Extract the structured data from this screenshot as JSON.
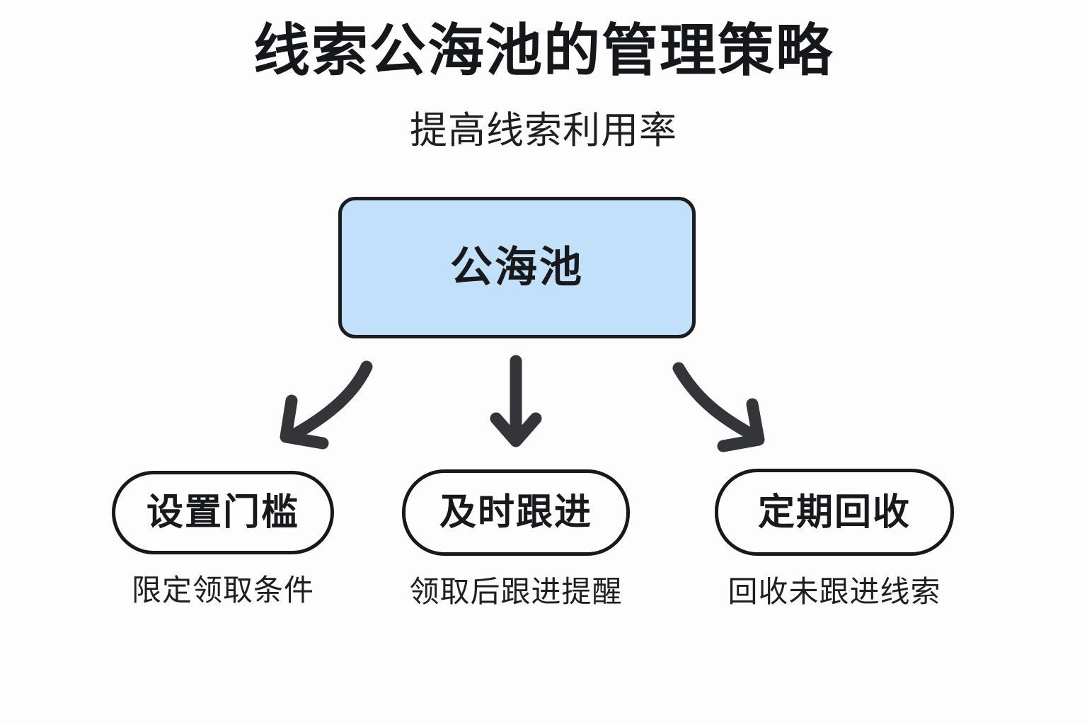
{
  "page": {
    "title": "线索公海池的管理策略",
    "subtitle": "提高线索利用率",
    "background_color": "#fdfdfd"
  },
  "diagram": {
    "type": "hierarchy-flowchart",
    "root": {
      "label": "公海池",
      "fill_color": "#c3e0fb",
      "border_color": "#1b1d20"
    },
    "connector_color": "#333538",
    "branches": [
      {
        "label": "设置门槛",
        "caption": "限定领取条件",
        "arrow": "curved-down-left-arrow",
        "fill_color": "#fdfdfd",
        "border_color": "#16181b"
      },
      {
        "label": "及时跟进",
        "caption": "领取后跟进提醒",
        "arrow": "straight-down-arrow",
        "fill_color": "#fdfdfd",
        "border_color": "#16181b"
      },
      {
        "label": "定期回收",
        "caption": "回收未跟进线索",
        "arrow": "curved-down-right-arrow",
        "fill_color": "#fdfdfd",
        "border_color": "#16181b"
      }
    ]
  }
}
